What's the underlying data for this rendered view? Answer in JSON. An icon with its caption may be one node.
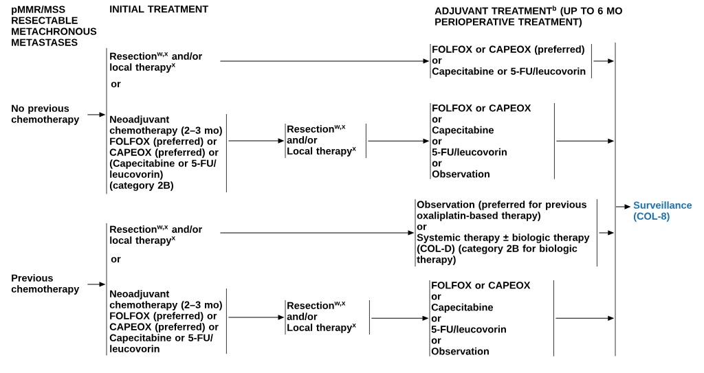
{
  "diagram": {
    "nodes": [
      {
        "text": [
          "No previous chemotherapy"
        ]
      },
      {
        "text": [
          "or"
        ]
      },
      {
        "text": [
          "Resection$^{w,x}$ and/or local therapy$^{x}$"
        ]
      },
      {
        "text": [
          "Neoadjuvant chemotherapy (2–3 mo) FOLFOX (preferred) or CAPEOX (preferred) or (Capecitabine or 5-FU/ leucovorin)",
          "(category 2B)"
        ]
      },
      {
        "text": [
          "Resection$^{w,x}$",
          "and/or",
          "Local therapy$^{x}$"
        ]
      },
      {
        "text": [
          "FOLFOX or CAPEOX (preferred)",
          "or",
          "Capecitabine or 5-FU/leucovorin"
        ]
      },
      {
        "text": [
          "FOLFOX or CAPEOX",
          "or",
          "Capecitabine",
          "or",
          "5-FU/leucovorin",
          "or",
          "Observation"
        ]
      },
      {
        "text": [
          "Previous chemotherapy"
        ]
      },
      {
        "text": [
          "or"
        ]
      },
      {
        "text": [
          "Resection$^{w,x}$ and/or local therapy$^{x}$"
        ]
      },
      {
        "text": [
          "Neoadjuvant chemotherapy (2–3 mo) FOLFOX (preferred) or CAPEOX (preferred) or Capecitabine or 5-FU/ leucovorin"
        ]
      },
      {
        "text": [
          "Resection$^{w,x}$",
          "and/or",
          "Local therapy$^{x}$"
        ]
      },
      {
        "text": [
          "Observation (preferred for previous oxaliplatin-based therapy)",
          "or",
          "Systemic therapy ± biologic therapy (COL-D) (category 2B for biologic therapy)"
        ]
      },
      {
        "text": [
          "FOLFOX or CAPEOX",
          "or",
          "Capecitabine",
          "or",
          "5-FU/leucovorin",
          "or",
          "Observation"
        ]
      },
      {
        "text": [],
        "shape": "bar"
      },
      {
        "text": [
          "Surveillance (COL-8)"
        ]
      }
    ],
    "edges": [
      {
        "from": 0,
        "to": 1,
        "arrow": "to"
      },
      {
        "from": 2,
        "to": 5,
        "arrow": "to"
      },
      {
        "from": 3,
        "to": 4,
        "arrow": "to"
      },
      {
        "from": 4,
        "to": 6,
        "arrow": "to"
      },
      {
        "from": 5,
        "to": 14,
        "arrow": "to"
      },
      {
        "from": 6,
        "to": 14,
        "arrow": "to"
      },
      {
        "from": 7,
        "to": 8,
        "arrow": "to"
      },
      {
        "from": 9,
        "to": 12,
        "arrow": "to"
      },
      {
        "from": 10,
        "to": 11,
        "arrow": "to"
      },
      {
        "from": 11,
        "to": 13,
        "arrow": "to"
      },
      {
        "from": 12,
        "to": 14,
        "arrow": "to"
      },
      {
        "from": 13,
        "to": 14,
        "arrow": "to"
      },
      {
        "from": 14,
        "to": 15,
        "arrow": "to"
      }
    ],
    "labels": [
      "pMMR/MSS RESECTABLE METACHRONOUS METASTASES",
      "INITIAL TREATMENT",
      "ADJUVANT TREATMENT$^{b}$ (UP TO 6 MO PERIOPERATIVE TREATMENT)"
    ]
  }
}
